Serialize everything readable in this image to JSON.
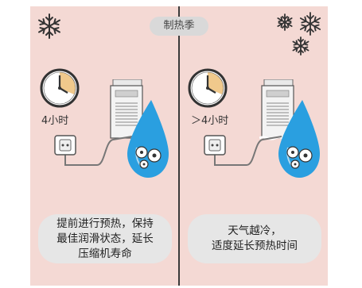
{
  "title": "制热季",
  "left": {
    "duration": "4小时",
    "caption_lines": [
      "提前进行预热，保持",
      "最佳润滑状态，延长",
      "压缩机寿命"
    ]
  },
  "right": {
    "duration": "＞4小时",
    "caption_lines": [
      "天气越冷，",
      "适度延长预热时间"
    ]
  },
  "icons": {
    "snowflake": "snowflake-icon",
    "clock": "clock-icon",
    "outdoor_unit": "outdoor-unit-icon",
    "socket": "power-socket-icon",
    "water_drop": "water-drop-gear-icon"
  },
  "colors": {
    "background": "#f4d9d4",
    "drop": "#2a9fe0",
    "caption_bg": "#e6e6e6",
    "clock_fill": "#f0c98c"
  }
}
